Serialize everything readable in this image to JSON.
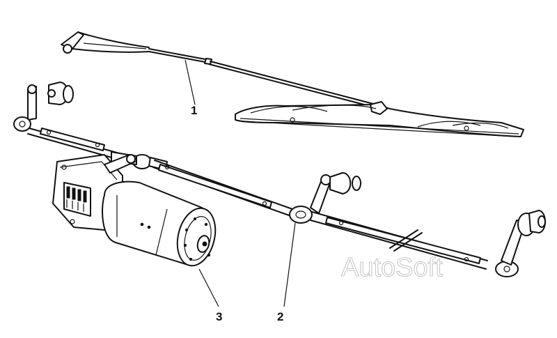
{
  "labels": {
    "wiper_arm": "1",
    "linkage": "2",
    "motor": "3"
  },
  "watermark": "AutoSoft",
  "colors": {
    "line": "#111111",
    "background": "#ffffff",
    "watermark": "#c8c8c8"
  }
}
